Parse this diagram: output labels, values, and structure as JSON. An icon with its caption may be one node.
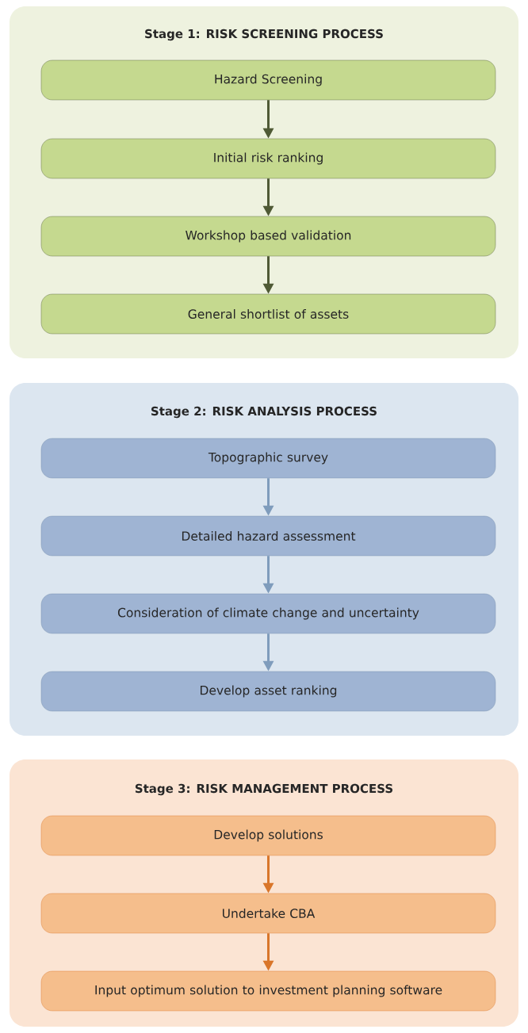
{
  "diagram": {
    "nodes": [
      {
        "text": [
          "Stage 1: RISK SCREENING PROCESS"
        ]
      },
      {
        "text": [
          "Hazard Screening"
        ],
        "in": 0
      },
      {
        "text": [
          "Initial risk ranking"
        ],
        "in": 0
      },
      {
        "text": [
          "Workshop based validation"
        ],
        "in": 0
      },
      {
        "text": [
          "General shortlist of assets"
        ],
        "in": 0
      },
      {
        "text": [
          "Stage 2: RISK ANALYSIS PROCESS"
        ]
      },
      {
        "text": [
          "Topographic survey"
        ],
        "in": 5
      },
      {
        "text": [
          "Detailed hazard assessment"
        ],
        "in": 5
      },
      {
        "text": [
          "Consideration of climate change and uncertainty"
        ],
        "in": 5
      },
      {
        "text": [
          "Develop asset ranking"
        ],
        "in": 5
      },
      {
        "text": [
          "Stage 3: RISK MANAGEMENT PROCESS"
        ]
      },
      {
        "text": [
          "Develop solutions"
        ],
        "in": 10
      },
      {
        "text": [
          "Undertake CBA"
        ],
        "in": 10
      },
      {
        "text": [
          "Input optimum solution to investment planning software"
        ],
        "in": 10
      }
    ],
    "edges": [
      {
        "from": 1,
        "to": 2,
        "arrow": "to",
        "color": "#4f5a35"
      },
      {
        "from": 2,
        "to": 3,
        "arrow": "to",
        "color": "#4f5a35"
      },
      {
        "from": 3,
        "to": 4,
        "arrow": "to",
        "color": "#4f5a35"
      },
      {
        "from": 6,
        "to": 7,
        "arrow": "to",
        "color": "#7f9cbc"
      },
      {
        "from": 7,
        "to": 8,
        "arrow": "to",
        "color": "#7f9cbc"
      },
      {
        "from": 8,
        "to": 9,
        "arrow": "to",
        "color": "#7f9cbc"
      },
      {
        "from": 11,
        "to": 12,
        "arrow": "to",
        "color": "#d9762a"
      },
      {
        "from": 12,
        "to": 13,
        "arrow": "to",
        "color": "#d9762a"
      }
    ]
  }
}
